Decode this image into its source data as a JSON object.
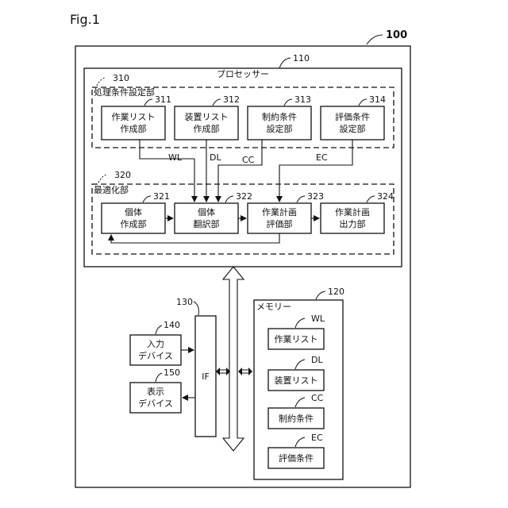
{
  "figure": {
    "title": "Fig.1"
  },
  "device": {
    "ref": "100"
  },
  "processor": {
    "ref": "110",
    "label": "プロセッサー"
  },
  "settings_unit": {
    "ref": "310",
    "label": "処理条件設定部"
  },
  "optimization_unit": {
    "ref": "320",
    "label": "最適化部"
  },
  "blocks": {
    "b311": {
      "ref": "311",
      "line1": "作業リスト",
      "line2": "作成部"
    },
    "b312": {
      "ref": "312",
      "line1": "装置リスト",
      "line2": "作成部"
    },
    "b313": {
      "ref": "313",
      "line1": "制約条件",
      "line2": "設定部"
    },
    "b314": {
      "ref": "314",
      "line1": "評価条件",
      "line2": "設定部"
    },
    "b321": {
      "ref": "321",
      "line1": "個体",
      "line2": "作成部"
    },
    "b322": {
      "ref": "322",
      "line1": "個体",
      "line2": "翻訳部"
    },
    "b323": {
      "ref": "323",
      "line1": "作業計画",
      "line2": "評価部"
    },
    "b324": {
      "ref": "324",
      "line1": "作業計画",
      "line2": "出力部"
    }
  },
  "signals": {
    "wl": "WL",
    "dl": "DL",
    "cc": "CC",
    "ec": "EC"
  },
  "interface": {
    "ref": "130",
    "label": "IF"
  },
  "input_device": {
    "ref": "140",
    "line1": "入力",
    "line2": "デバイス"
  },
  "display_device": {
    "ref": "150",
    "line1": "表示",
    "line2": "デバイス"
  },
  "memory": {
    "ref": "120",
    "label": "メモリー",
    "items": [
      {
        "tag": "WL",
        "label": "作業リスト"
      },
      {
        "tag": "DL",
        "label": "装置リスト"
      },
      {
        "tag": "CC",
        "label": "制約条件"
      },
      {
        "tag": "EC",
        "label": "評価条件"
      }
    ]
  },
  "colors": {
    "ink": "#111111",
    "background": "#ffffff"
  }
}
